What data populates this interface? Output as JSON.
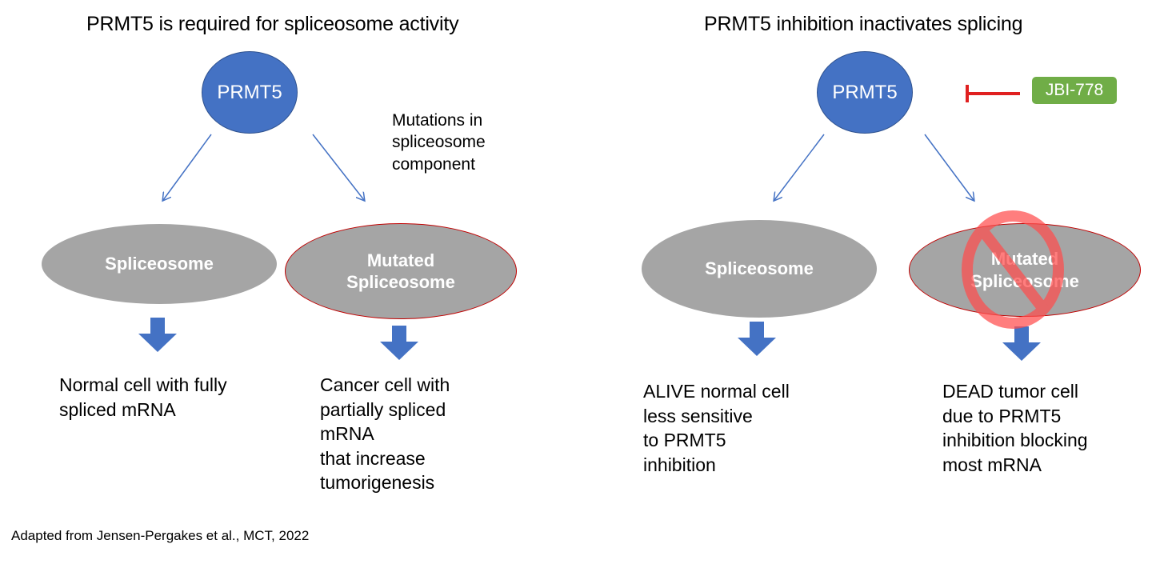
{
  "left_panel": {
    "title": "PRMT5 is required for spliceosome activity",
    "top_node": "PRMT5",
    "annotation": "Mutations in\nspliceosome\ncomponent",
    "nodes": [
      {
        "label": "Spliceosome",
        "mutated": false
      },
      {
        "label": "Mutated\nSpliceosome",
        "mutated": true
      }
    ],
    "outcomes": [
      "Normal cell with fully\nspliced mRNA",
      "Cancer cell with\npartially spliced\nmRNA\nthat  increase\ntumorigenesis"
    ]
  },
  "right_panel": {
    "title": "PRMT5 inhibition inactivates splicing",
    "top_node": "PRMT5",
    "inhibitor": "JBI-778",
    "nodes": [
      {
        "label": "Spliceosome",
        "mutated": false
      },
      {
        "label": "Mutated\nSpliceosome",
        "mutated": true,
        "blocked": true
      }
    ],
    "outcomes": [
      "ALIVE normal cell\nless sensitive\nto PRMT5\ninhibition",
      "DEAD tumor cell\ndue to PRMT5\ninhibition blocking\nmost mRNA"
    ]
  },
  "caption": "Adapted from Jensen-Pergakes et al., MCT, 2022",
  "colors": {
    "prmt5_fill": "#4472c4",
    "spliceosome_fill": "#a5a5a5",
    "mutated_outline": "#c00000",
    "inhibitor_fill": "#70ad47",
    "inhibit_line": "#e02020",
    "block_symbol": "#ff4d4d",
    "arrow": "#4472c4"
  }
}
